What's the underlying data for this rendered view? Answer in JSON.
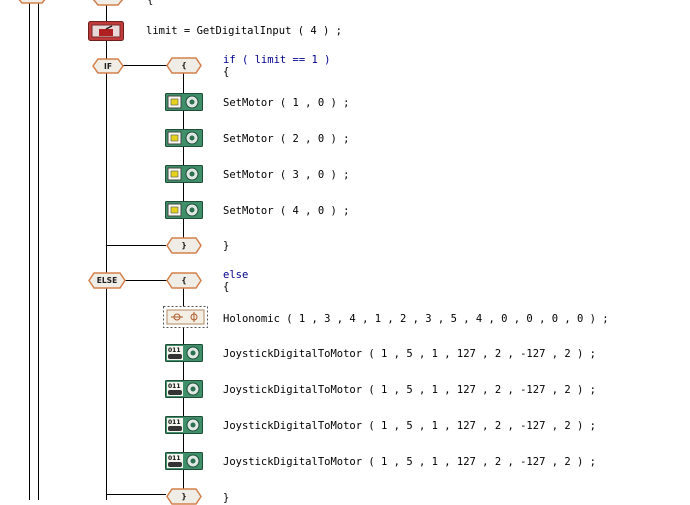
{
  "program": {
    "top_brace": "{",
    "assignment": "limit = GetDigitalInput ( 4 ) ;",
    "if_label": "IF",
    "if_line": "if ( limit == 1 )",
    "if_open": "{",
    "set_motor_lines": [
      "SetMotor ( 1 , 0 ) ;",
      "SetMotor ( 2 , 0 ) ;",
      "SetMotor ( 3 , 0 ) ;",
      "SetMotor ( 4 , 0 ) ;"
    ],
    "if_close": "}",
    "else_label": "ELSE",
    "else_line": "else",
    "else_open": "{",
    "holonomic_line": "Holonomic ( 1 , 3 , 4 , 1 , 2 , 3 , 5 , 4 , 0 , 0 , 0 , 0 ) ;",
    "joystick_lines": [
      "JoystickDigitalToMotor ( 1 , 5 , 1 , 127 , 2 , -127 , 2 ) ;",
      "JoystickDigitalToMotor ( 1 , 5 , 1 , 127 , 2 , -127 , 2 ) ;",
      "JoystickDigitalToMotor ( 1 , 5 , 1 , 127 , 2 , -127 , 2 ) ;",
      "JoystickDigitalToMotor ( 1 , 5 , 1 , 127 , 2 , -127 , 2 ) ;"
    ],
    "else_close": "}",
    "brace_open_symbol": "{",
    "brace_close_symbol": "}",
    "joystick_icon_text": "011"
  },
  "colors": {
    "hex_fill": "#f0ede6",
    "hex_stroke": "#d2804a",
    "motor_bg": "#3f8f6a",
    "keyword": "#00008b"
  }
}
